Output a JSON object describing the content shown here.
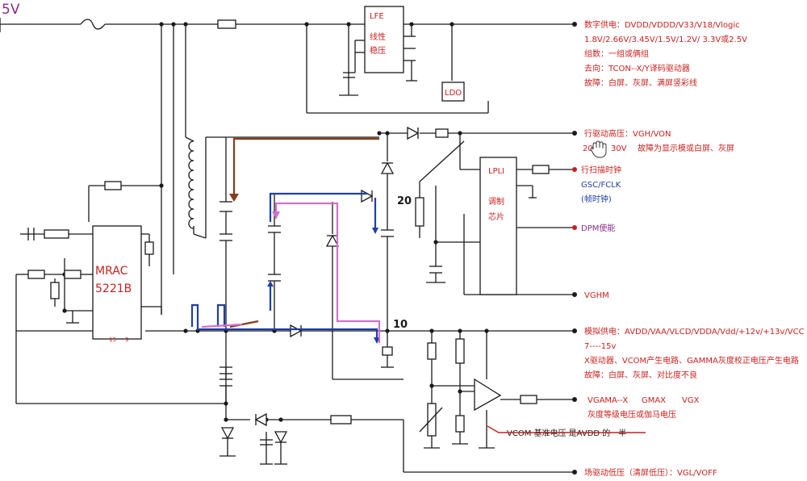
{
  "supply_label": "5V",
  "chips": {
    "lfe": [
      "LFE",
      "线性",
      "稳压"
    ],
    "ldo": "LDO",
    "mrac": [
      "MRAC",
      "5221B"
    ],
    "lpli": [
      "LPLI",
      "调制",
      "芯片"
    ]
  },
  "marks": {
    "n20": "20",
    "n10": "10"
  },
  "mrac_pins": [
    "15",
    "9"
  ],
  "digital": {
    "line1": "数字供电：DVDD/VDDD/V33/V18/Vlogic",
    "line2": "1.8V/2.66V/3.45V/1.5V/1.2V/ 3.3V或2.5V",
    "line3": "组数：一组或俩组",
    "line4": "去向：TCON--X/Y译码驱动器",
    "line5": "故障：白屏、灰屏、满屏竖彩线"
  },
  "vgh": {
    "line1": "行驱动高压：VGH/VON",
    "range_a": "20",
    "range_b": "30V",
    "fault": "故障为显示模或白屏、灰屏"
  },
  "clock": {
    "line1": "行扫描时钟",
    "line2": "GSC/FCLK",
    "line3": "(帧时钟)"
  },
  "dpm": "DPM使能",
  "vghm": "VGHM",
  "analog": {
    "line1": "模拟供电：AVDD/VAA/VLCD/VDDA/Vdd/+12v/+13v/VCC",
    "line2": "7----15v",
    "line3": "X驱动器、VCOM产生电路、GAMMA灰度校正电压产生电路",
    "line4": "故障：白屏、灰屏、对比度不良"
  },
  "gamma": {
    "line1": "VGAMA--X",
    "line1b": "GMAX",
    "line1c": "VGX",
    "line2": "灰度等级电压或伽马电压"
  },
  "vcom": "VCOM  基准电压   是AVDD 的一半",
  "vgl": "场驱动低压（清屏低压）：VGL/VOFF",
  "colors": {
    "annotation_red": "#c8201e",
    "wire": "#1a1a1a",
    "path_brown": "#8b3a1a",
    "path_blue": "#1e3fa6",
    "path_pink": "#d070d0"
  }
}
